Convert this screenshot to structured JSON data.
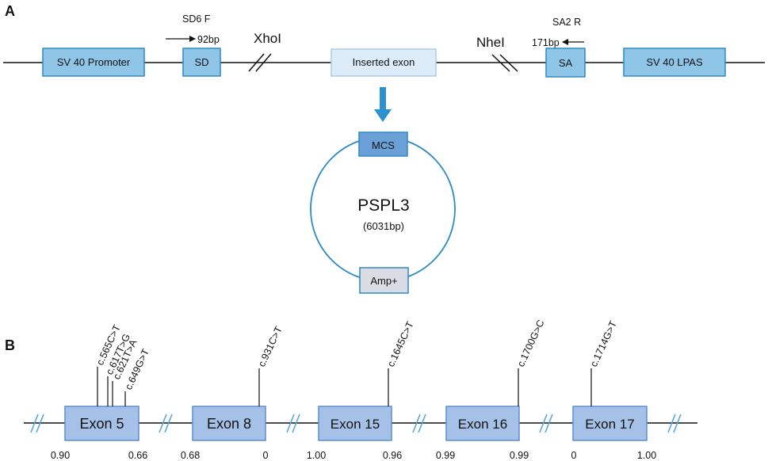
{
  "panel_a": {
    "label": "A",
    "boxes": {
      "sv40_promoter": "SV 40 Promoter",
      "sd": "SD",
      "inserted_exon": "Inserted exon",
      "sa": "SA",
      "sv40_lpas": "SV 40 LPAS"
    },
    "primers": {
      "sd6f_name": "SD6 F",
      "sd6f_size": "92bp",
      "sa2r_name": "SA2 R",
      "sa2r_size": "171bp"
    },
    "sites": {
      "xhoi": "XhoI",
      "nhei": "NheI"
    },
    "plasmid": {
      "mcs": "MCS",
      "name": "PSPL3",
      "size": "(6031bp)",
      "amp": "Amp+"
    },
    "colors": {
      "box_fill": "#8fc6e8",
      "box_stroke": "#2e8ac4",
      "inserted_fill": "#dcecf8",
      "mcs_fill": "#6a9fd8",
      "amp_fill": "#d9dde3",
      "arrow": "#2d91d0"
    }
  },
  "panel_b": {
    "label": "B",
    "exons": [
      {
        "name": "Exon 5",
        "left_score": "0.90",
        "right_score": "0.66"
      },
      {
        "name": "Exon 8",
        "left_score": "0.68",
        "right_score": "0"
      },
      {
        "name": "Exon 15",
        "left_score": "1.00",
        "right_score": "0.96"
      },
      {
        "name": "Exon 16",
        "left_score": "0.99",
        "right_score": "0.99"
      },
      {
        "name": "Exon 17",
        "left_score": "0",
        "right_score": "1.00"
      }
    ],
    "variants": [
      "c.565C>T",
      "c.617T>G",
      "c.621T>A",
      "c.649G>T",
      "c.931C>T",
      "c.1645C>T",
      "c.1700G>C",
      "c.1714G>T"
    ],
    "colors": {
      "exon_fill": "#a6c1e8",
      "exon_stroke": "#5b8fd0",
      "break_mark": "#5aa6dc"
    }
  }
}
